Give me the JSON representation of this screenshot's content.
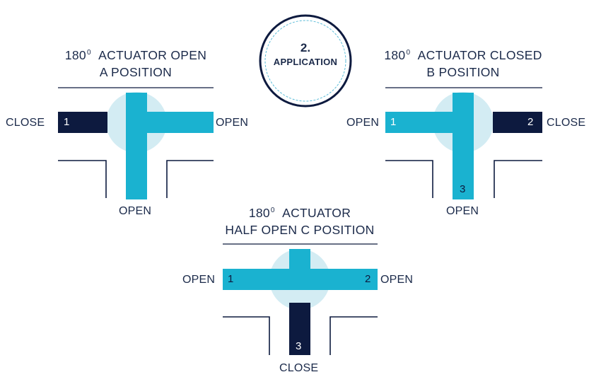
{
  "badge": {
    "number": "2.",
    "label": "APPLICATION"
  },
  "diagrams": {
    "a": {
      "title_line1_prefix": "180",
      "title_superscript": "0",
      "title_line1_suffix": "ACTUATOR OPEN",
      "title_line2": "A POSITION",
      "left_label": "CLOSE",
      "right_label": "OPEN",
      "bottom_label": "OPEN",
      "port_1": "1"
    },
    "b": {
      "title_line1_prefix": "180",
      "title_superscript": "0",
      "title_line1_suffix": "ACTUATOR CLOSED",
      "title_line2": "B POSITION",
      "left_label": "OPEN",
      "right_label": "CLOSE",
      "bottom_label": "OPEN",
      "port_1": "1",
      "port_2": "2",
      "port_3": "3"
    },
    "c": {
      "title_line1_prefix": "180",
      "title_superscript": "0",
      "title_line1_suffix": "ACTUATOR",
      "title_line2": "HALF OPEN C POSITION",
      "left_label": "OPEN",
      "right_label": "OPEN",
      "bottom_label": "CLOSE",
      "port_1": "1",
      "port_2": "2",
      "port_3": "3"
    }
  },
  "colors": {
    "open_flow": "#1ab2d0",
    "closed_port": "#0d1a3f",
    "valve_ball": "#d3ecf3",
    "pipe_line": "#0d1a3f",
    "badge_ring": "#0d1a3f",
    "badge_dash": "#5bbcd8"
  }
}
